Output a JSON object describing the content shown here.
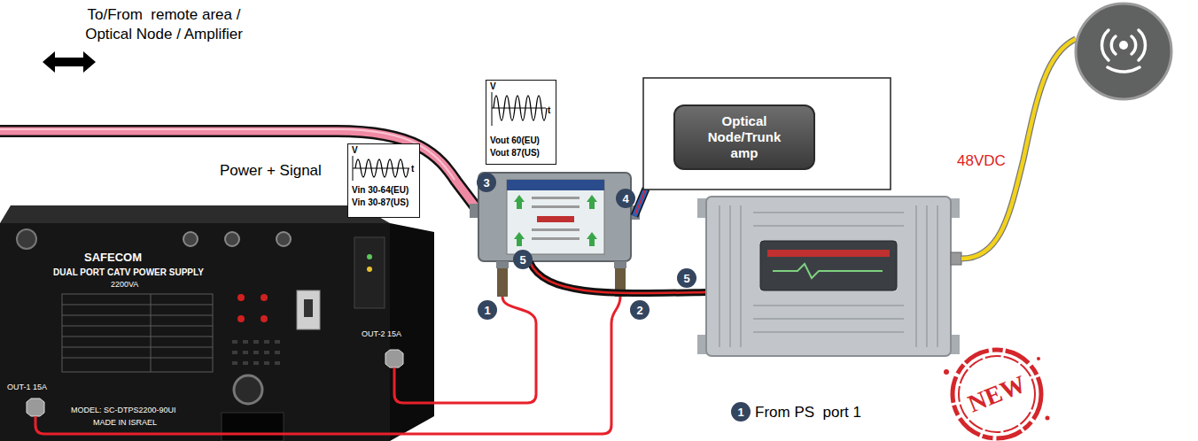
{
  "diagram": {
    "nodes": [
      {
        "text": [
          "V",
          "t",
          "Vin 30-64(EU)",
          "Vin 30-87(US)"
        ]
      },
      {
        "text": [
          "V",
          "t",
          "Vout 60(EU)",
          "Vout 87(US)"
        ]
      },
      {
        "text": [
          "Optical Node/Trunk amp"
        ]
      }
    ],
    "labels": [
      "To/From  remote area / Optical Node / Amplifier",
      "Power + Signal",
      "3",
      "4",
      "5",
      "1",
      "2",
      "5",
      "48VDC",
      "SAFECOM",
      "DUAL PORT CATV POWER SUPPLY",
      "2200VA",
      "OUT-1 15A",
      "OUT-2 15A",
      "MODEL: SC-DTPS2200-90UI",
      "MADE IN ISRAEL",
      "NEW",
      "1",
      "From PS  port 1"
    ]
  }
}
